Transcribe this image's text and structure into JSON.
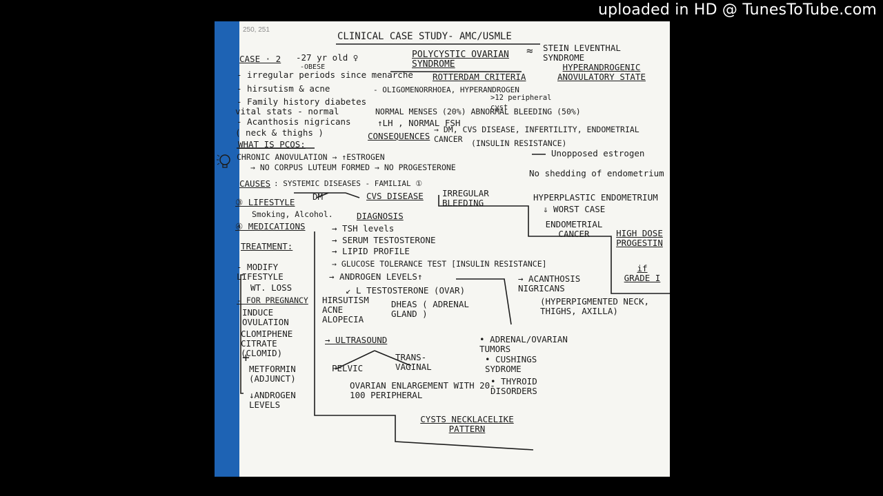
{
  "watermark": "uploaded in HD @ TunesToTube.com",
  "page_ref": "250, 251",
  "title": "CLINICAL CASE STUDY- AMC/USMLE",
  "case": {
    "label": "CASE · 2",
    "age": "-27 yr old ♀",
    "obese": "-OBESE",
    "symptoms": [
      "- irregular periods since menarche",
      "- hirsutism & acne",
      "- Family history diabetes",
      "vital stats - normal",
      "- Acanthosis nigricans",
      "( neck & thighs )"
    ]
  },
  "diagnosis_head": {
    "pcos": "POLYCYSTIC OVARIAN SYNDROME",
    "approx": "≈",
    "stein": "STEIN LEVENTHAL SYNDROME",
    "hyper": "HYPERANDROGENIC ANOVULATORY STATE",
    "rotterdam": "ROTTERDAM CRITERIA",
    "criteria": "- OLIGOMENORRHOEA, HYPERANDROGEN",
    "cysts": ">12 peripheral cyst",
    "menses": "NORMAL MENSES (20%) ABNORMAL BLEEDING (50%)",
    "lh": "↑LH , NORMAL FSH",
    "consequences_label": "CONSEQUENCES",
    "consequences": "→ DM, CVS DISEASE, INFERTILITY, ENDOMETRIAL CANCER",
    "insulin": "(INSULIN RESISTANCE)"
  },
  "what_is": {
    "label": "WHAT IS PCOS:",
    "line1": "CHRONIC ANOVULATION → ↑ESTROGEN",
    "unopposed": "Unopposed estrogen",
    "line2": "→ NO CORPUS LUTEUM FORMED → NO PROGESTERONE",
    "shedding": "No shedding of endometrium"
  },
  "causes": {
    "label": "CAUSES",
    "text": ": SYSTEMIC DISEASES - FAMILIAL ①",
    "dm": "DM",
    "cvs": "CVS DISEASE",
    "lifestyle": "③ LIFESTYLE",
    "smoking": "Smoking, Alcohol.",
    "medications": "④ MEDICATIONS"
  },
  "bleeding": {
    "irregular": "IRREGULAR BLEEDING",
    "hyperplastic": "HYPERPLASTIC ENDOMETRIUM",
    "worst": "⇓ WORST CASE",
    "endometrial": "ENDOMETRIAL CANCER",
    "high_dose": "HIGH DOSE PROGESTIN",
    "if_grade": "if GRADE I"
  },
  "diagnosis": {
    "label": "DIAGNOSIS",
    "items": [
      "→ TSH levels",
      "→ SERUM TESTOSTERONE",
      "→ LIPID PROFILE",
      "→ GLUCOSE TOLERANCE TEST [INSULIN RESISTANCE]"
    ],
    "androgen": "→ ANDROGEN LEVELS↑",
    "acanthosis": "→ ACANTHOSIS NIGRICANS",
    "hyperpig": "(HYPERPIGMENTED NECK, THIGHS, AXILLA)",
    "testosterone": "↙ L TESTOSTERONE (OVAR)",
    "dheas": "DHEAS ( ADRENAL GLAND )",
    "hirsutism": "HIRSUTISM ACNE ALOPECIA",
    "ultrasound": "→ ULTRASOUND",
    "pelvic": "PELVIC",
    "trans": "TRANS- VAGINAL",
    "ovarian": "OVARIAN ENLARGEMENT WITH 20-100 PERIPHERAL",
    "necklace": "CYSTS NECKLACELIKE PATTERN",
    "ddx": [
      "• ADRENAL/OVARIAN TUMORS",
      "• CUSHINGS SYDROME",
      "• THYROID DISORDERS"
    ]
  },
  "treatment": {
    "label": "TREATMENT:",
    "lifestyle": "- MODIFY LIFESTYLE",
    "wtloss": "WT. LOSS",
    "pregnancy": "- FOR PREGNANCY",
    "induce": "INDUCE OVULATION",
    "clomiphene": "CLOMIPHENE CITRATE (CLOMID)",
    "plus": "+",
    "metformin": "METFORMIN (ADJUNCT)",
    "androgen": "↓ANDROGEN LEVELS"
  }
}
